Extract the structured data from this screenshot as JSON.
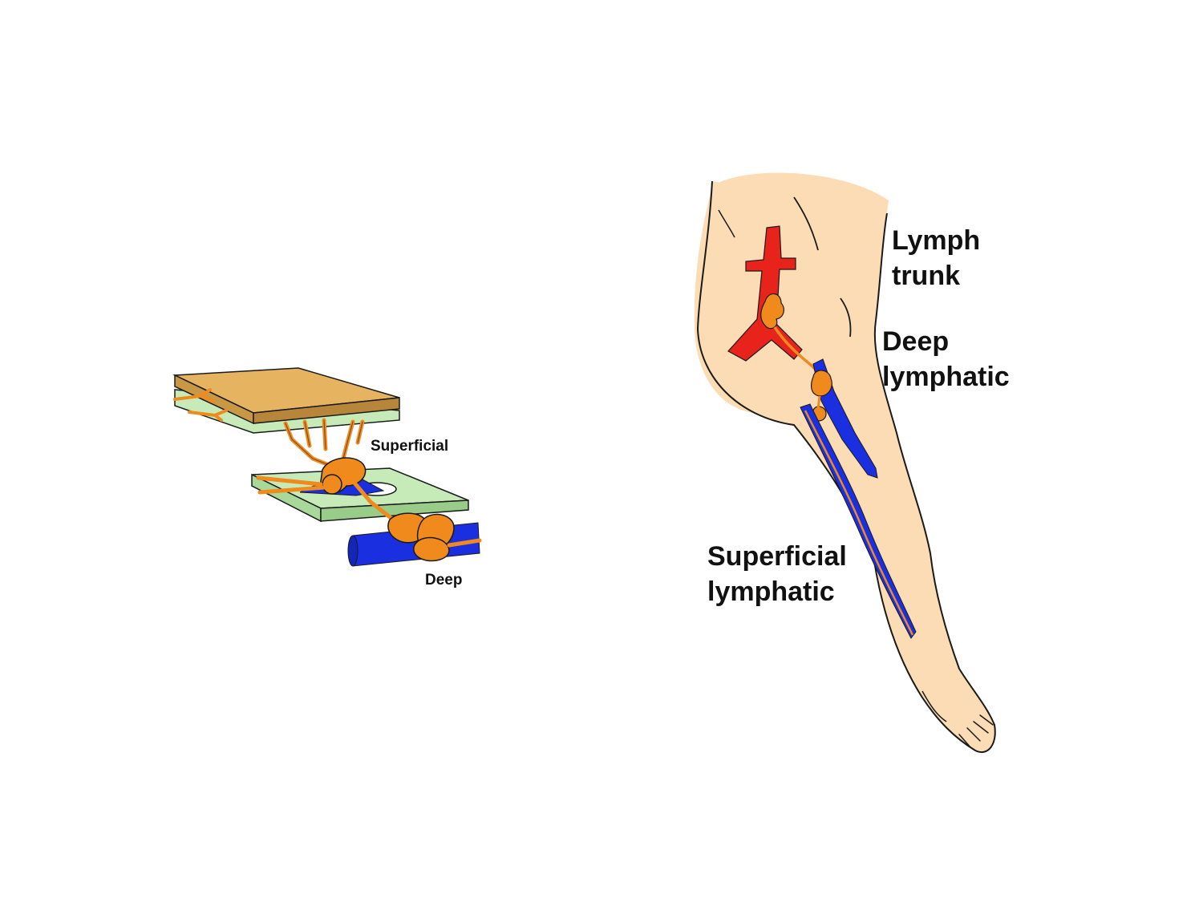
{
  "colors": {
    "skin": "#FBDCB4",
    "skin_panel": "#E6B461",
    "fascia": "#C7EBB8",
    "lymphatic": "#F08A1C",
    "vein": "#1A2FE0",
    "artery": "#E8231B",
    "outline": "#1a1a1a"
  },
  "layer_diagram": {
    "labels": {
      "superficial": "Superficial",
      "deep": "Deep"
    }
  },
  "leg_diagram": {
    "labels": {
      "lymph_trunk_line1": "Lymph",
      "lymph_trunk_line2": "trunk",
      "deep_lymphatic_line1": "Deep",
      "deep_lymphatic_line2": "lymphatic",
      "superficial_lymphatic_line1": "Superficial",
      "superficial_lymphatic_line2": "lymphatic"
    }
  }
}
